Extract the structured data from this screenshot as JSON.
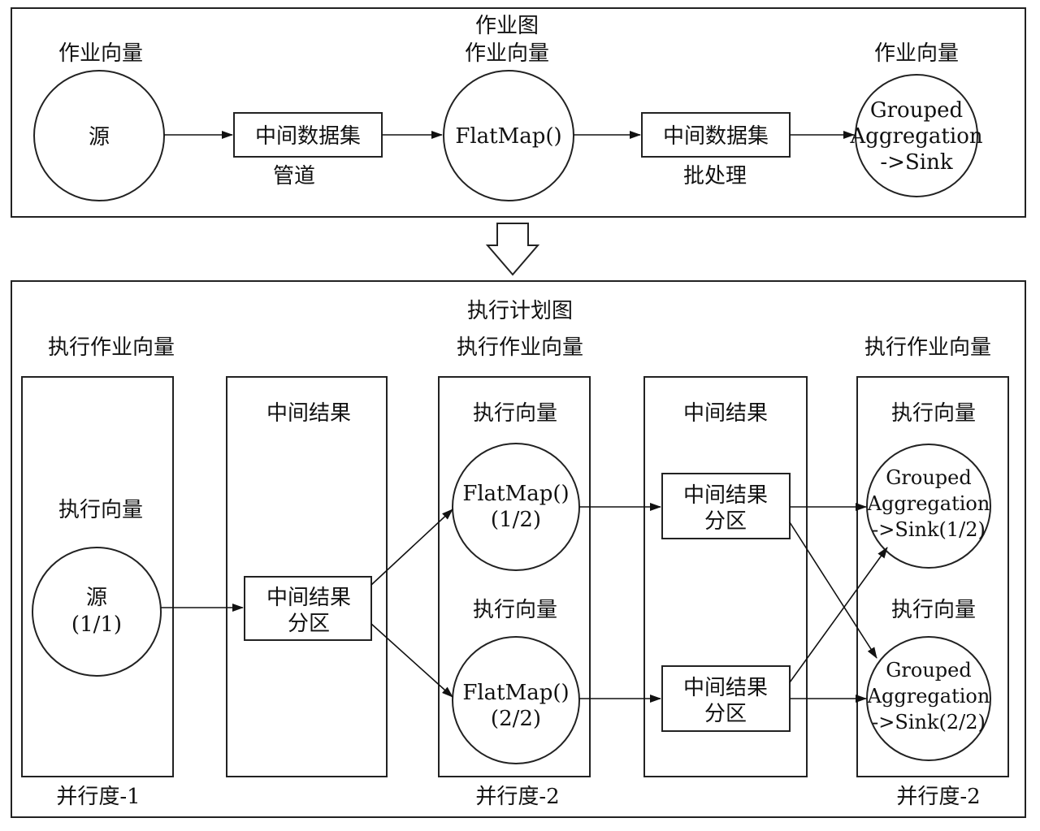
{
  "job_graph": {
    "title": "作业图",
    "vertex_label": "作业向量",
    "source": "源",
    "dataset1": "中间数据集",
    "dataset1_sub": "管道",
    "flatmap": "FlatMap()",
    "dataset2": "中间数据集",
    "dataset2_sub": "批处理",
    "sink": [
      "Grouped",
      "Aggregation",
      "->Sink"
    ]
  },
  "exec_graph": {
    "title": "执行计划图",
    "exec_job_vertex": "执行作业向量",
    "exec_vertex": "执行向量",
    "intermediate_result": "中间结果",
    "partition": [
      "中间结果",
      "分区"
    ],
    "source": [
      "源",
      "(1/1)"
    ],
    "flatmap1": [
      "FlatMap()",
      "(1/2)"
    ],
    "flatmap2": [
      "FlatMap()",
      "(2/2)"
    ],
    "sink1": [
      "Grouped",
      "Aggregation",
      "->Sink(1/2)"
    ],
    "sink2": [
      "Grouped",
      "Aggregation",
      "->Sink(2/2)"
    ],
    "parallelism": [
      "并行度-1",
      "并行度-2",
      "并行度-2"
    ]
  }
}
